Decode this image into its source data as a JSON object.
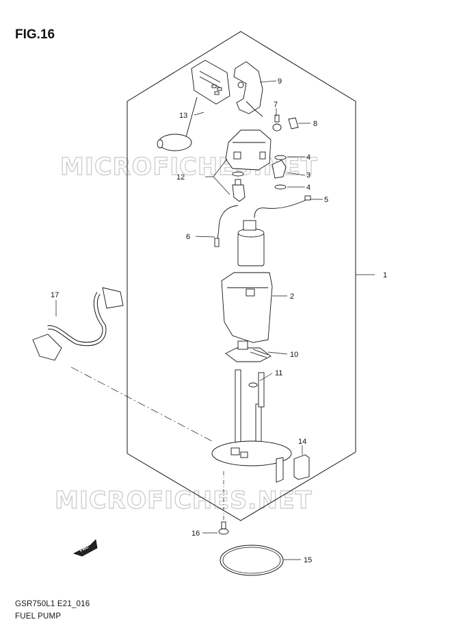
{
  "figure": {
    "title": "FIG.16"
  },
  "caption": {
    "code": "GSR750L1 E21_016",
    "name": "FUEL PUMP"
  },
  "watermark": {
    "text": "MICROFICHES.NET"
  },
  "direction_badge": {
    "text": "FWD"
  },
  "callouts": [
    "1",
    "2",
    "3",
    "4",
    "4",
    "5",
    "6",
    "7",
    "8",
    "9",
    "10",
    "11",
    "12",
    "13",
    "14",
    "15",
    "16",
    "17"
  ],
  "colors": {
    "line": "#111111",
    "watermark": "#cfcfcf",
    "background": "#ffffff"
  }
}
